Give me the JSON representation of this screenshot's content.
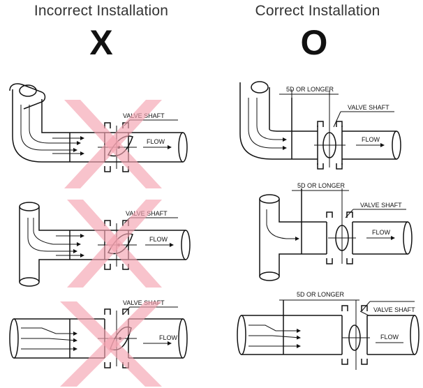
{
  "columns": {
    "left": {
      "title": "Incorrect Installation",
      "mark": "X"
    },
    "right": {
      "title": "Correct Installation",
      "mark": "O"
    }
  },
  "labels": {
    "valve_shaft": "VALVE SHAFT",
    "flow": "FLOW",
    "distance": "5D OR LONGER"
  },
  "colors": {
    "cross": "#f4a3b0",
    "line": "#111111"
  }
}
